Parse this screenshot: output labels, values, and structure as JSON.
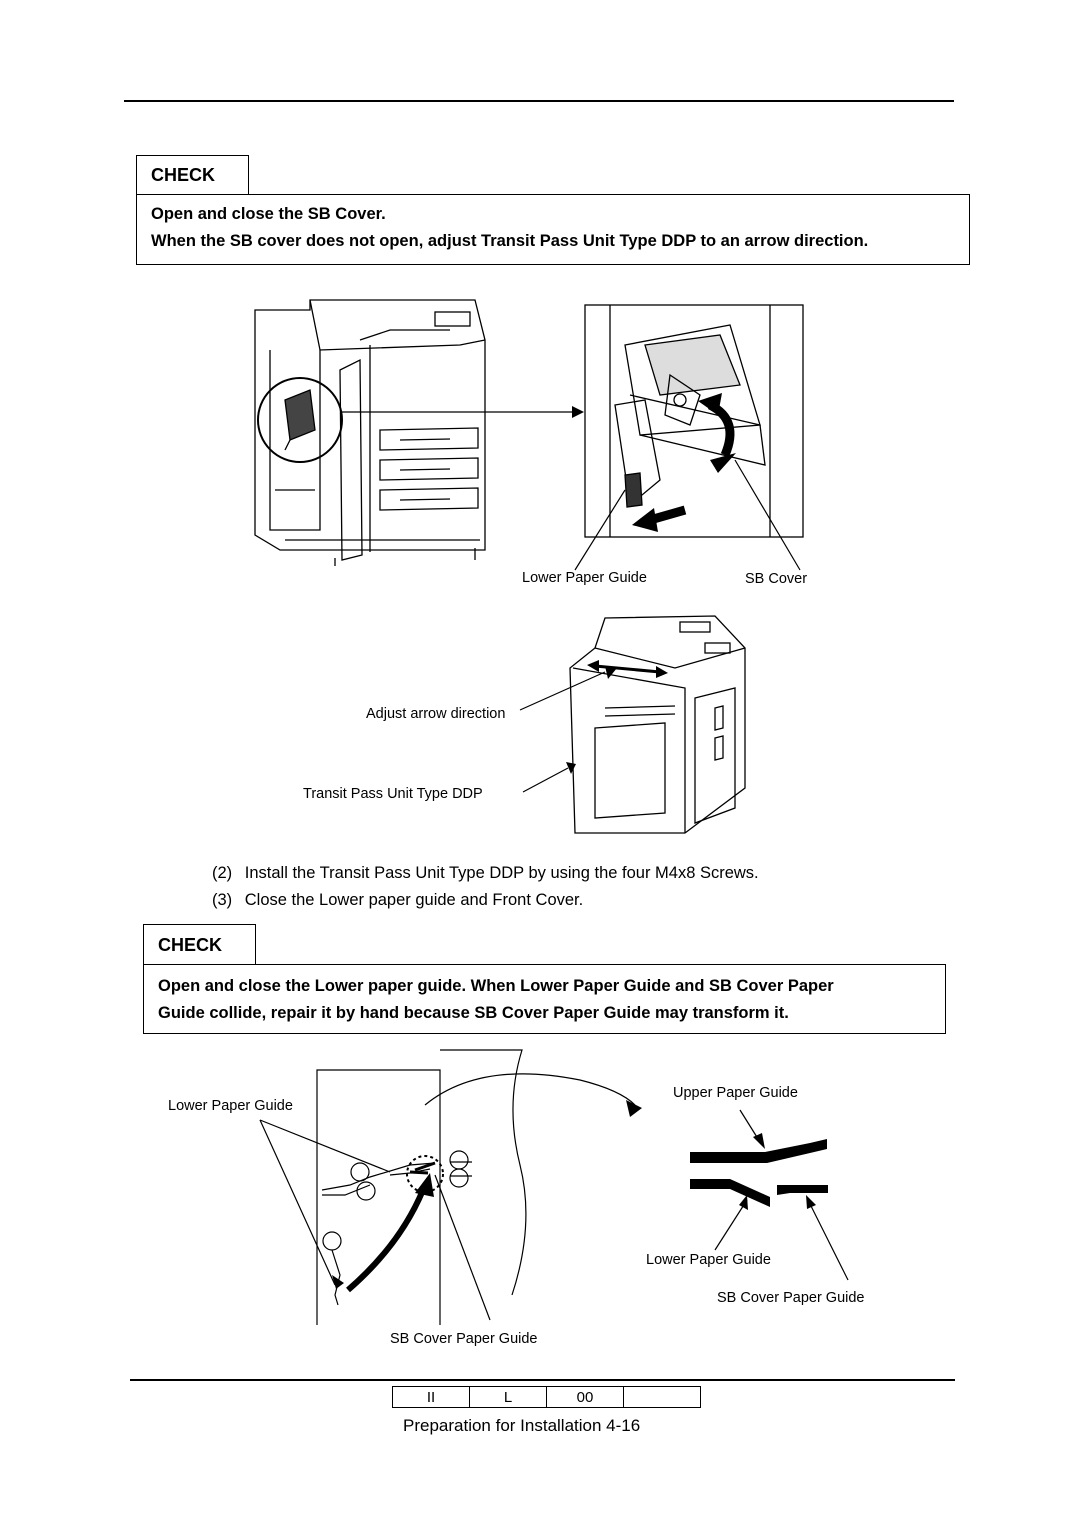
{
  "check1": {
    "tab_label": "CHECK",
    "line1": "Open and close the SB Cover.",
    "line2": "When the SB cover does not open, adjust Transit Pass Unit Type DDP to an arrow direction."
  },
  "figure1": {
    "lower_paper_guide": "Lower Paper Guide",
    "sb_cover": "SB Cover"
  },
  "figure2": {
    "adjust_arrow": "Adjust arrow direction",
    "transit_unit": "Transit Pass Unit Type DDP"
  },
  "steps": [
    {
      "num": "(2)",
      "text": "Install the Transit Pass Unit Type DDP by using the four M4x8 Screws."
    },
    {
      "num": "(3)",
      "text": "Close the Lower paper guide and Front Cover."
    }
  ],
  "check2": {
    "tab_label": "CHECK",
    "line1": "Open and close the Lower paper guide. When Lower Paper Guide and SB Cover Paper",
    "line2": "Guide collide, repair it by hand because SB Cover Paper Guide may transform it."
  },
  "figure3": {
    "lower_paper_guide_left": "Lower Paper Guide",
    "sb_cover_paper_guide_bottom": "SB Cover Paper Guide",
    "upper_paper_guide": "Upper Paper Guide",
    "lower_paper_guide_right": "Lower Paper Guide",
    "sb_cover_paper_guide_right": "SB Cover Paper Guide"
  },
  "footer": {
    "cells": [
      "II",
      "L",
      "00",
      ""
    ],
    "page_label": "Preparation for Installation 4-16"
  }
}
